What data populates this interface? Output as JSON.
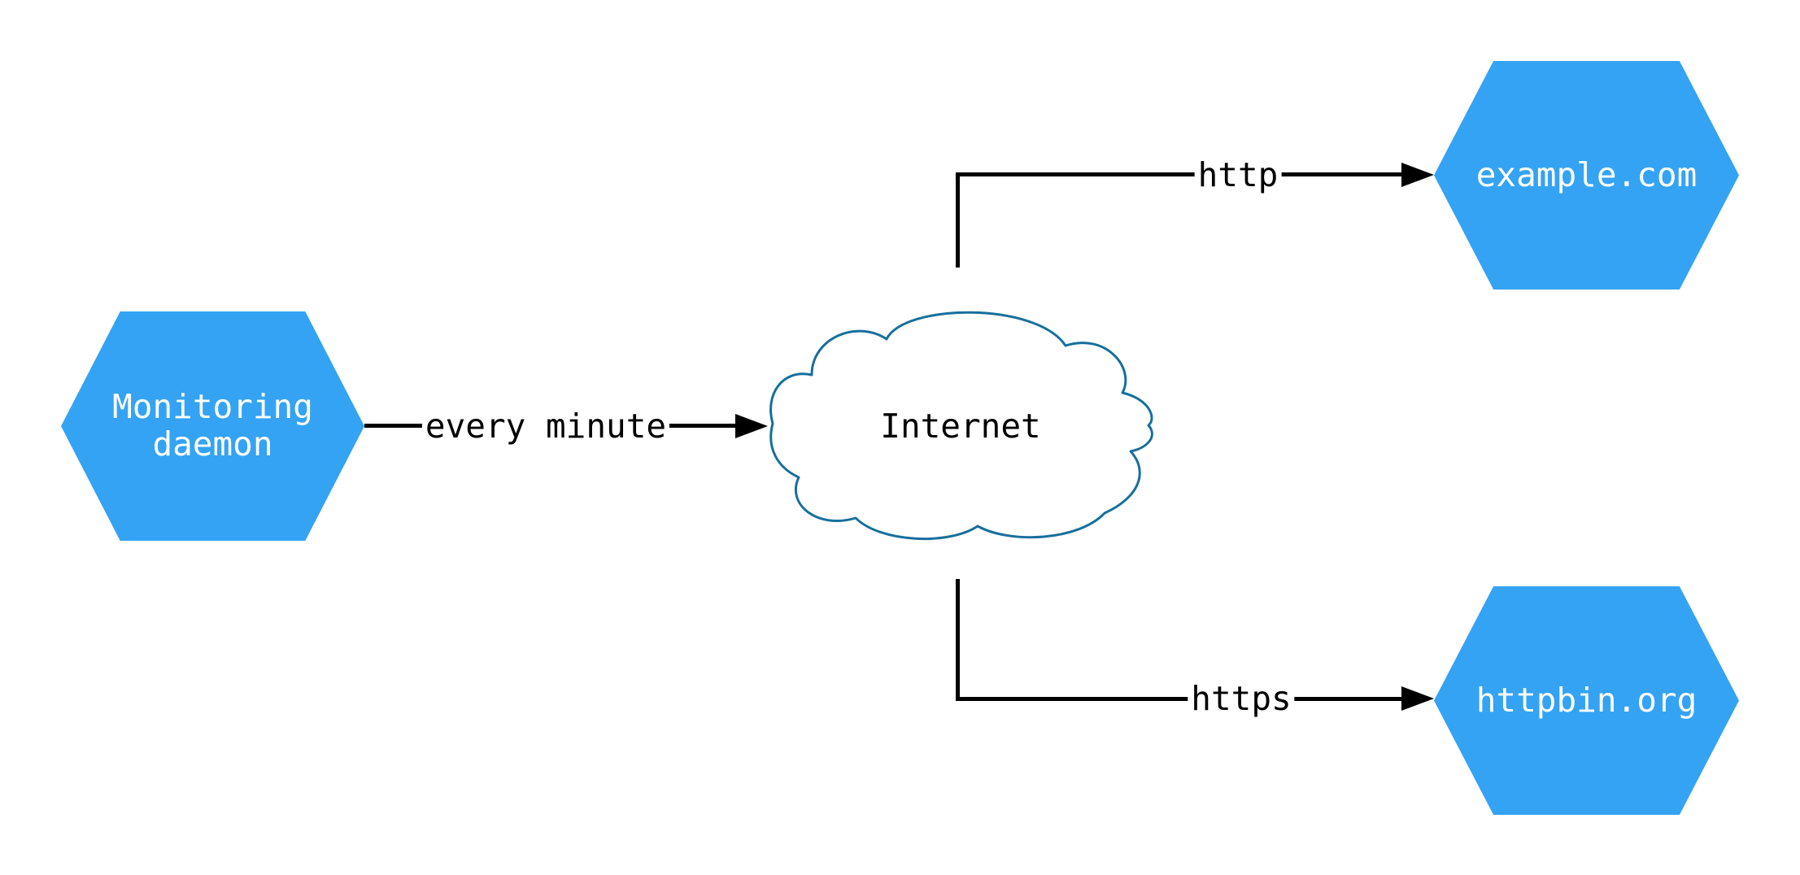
{
  "diagram": {
    "colors": {
      "background": "#ffffff",
      "node_fill": "#34A3F4",
      "node_text": "#ffffff",
      "cloud_stroke": "#176F9C",
      "cloud_fill": "#ffffff",
      "edge": "#000000"
    },
    "nodes": {
      "monitoring": {
        "shape": "hexagon",
        "label": "Monitoring\ndaemon"
      },
      "internet": {
        "shape": "cloud",
        "label": "Internet"
      },
      "example": {
        "shape": "hexagon",
        "label": "example.com"
      },
      "httpbin": {
        "shape": "hexagon",
        "label": "httpbin.org"
      }
    },
    "edges": [
      {
        "from": "monitoring",
        "to": "internet",
        "label": "every minute",
        "protocol": ""
      },
      {
        "from": "internet",
        "to": "example",
        "label": "http"
      },
      {
        "from": "internet",
        "to": "httpbin",
        "label": "https"
      }
    ]
  }
}
